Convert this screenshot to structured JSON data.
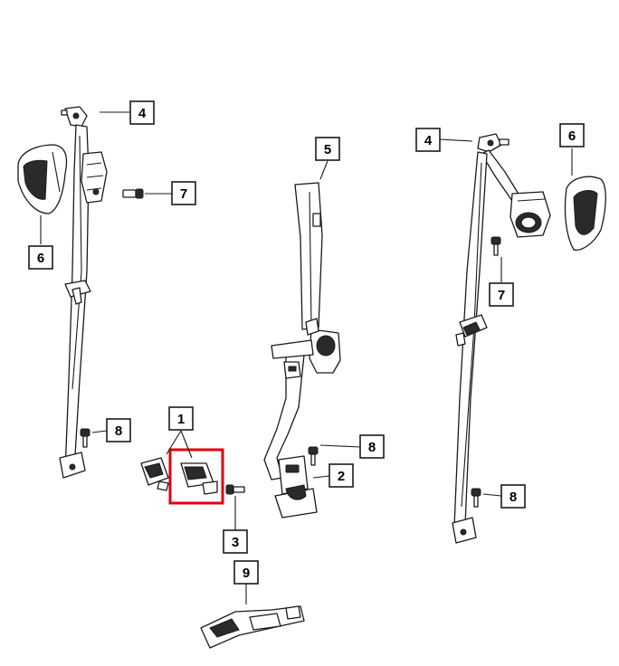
{
  "callouts": {
    "c1": "1",
    "c2": "2",
    "c3": "3",
    "c4_left": "4",
    "c4_right": "4",
    "c5": "5",
    "c6_left": "6",
    "c6_right": "6",
    "c7_left": "7",
    "c7_right": "7",
    "c8_left": "8",
    "c8_center": "8",
    "c8_right": "8",
    "c9": "9"
  },
  "colors": {
    "line": "#1a1a1a",
    "highlight": "#e0000b",
    "background": "#ffffff"
  }
}
